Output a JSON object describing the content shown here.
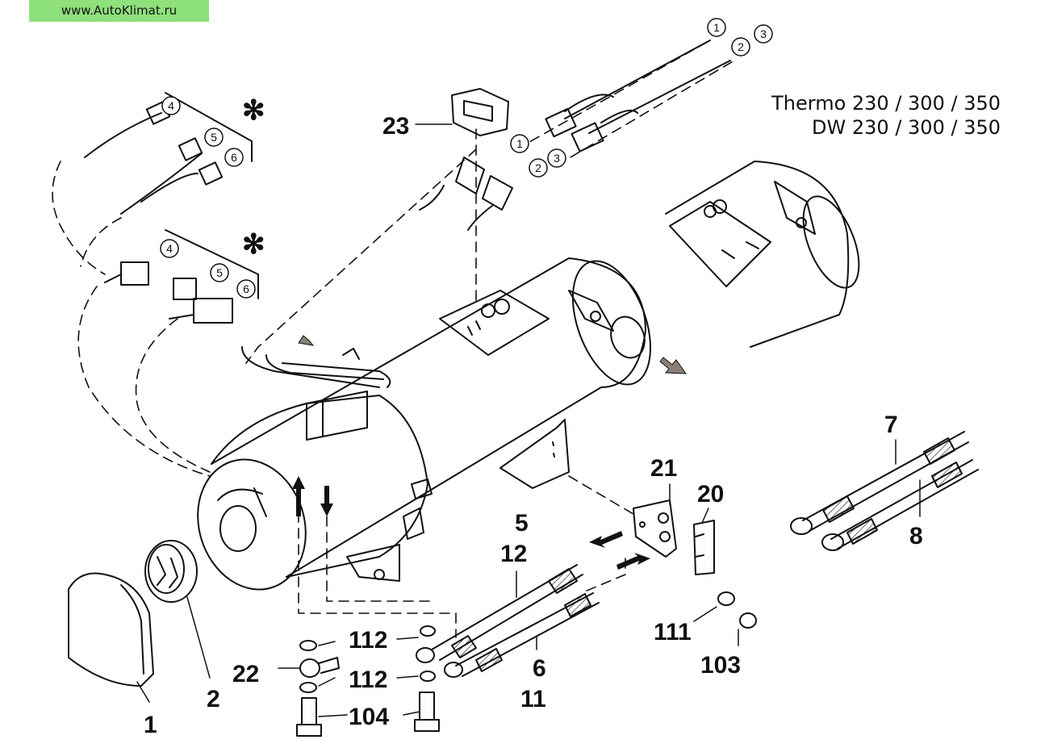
{
  "watermark": "www.AutoKlimat.ru",
  "models": [
    "Thermo 230 / 300 / 350",
    "DW 230 / 300 / 350"
  ],
  "asterisk": "✻",
  "circled": {
    "c1": "1",
    "c2": "2",
    "c3": "3",
    "c4": "4",
    "c5": "5",
    "c6": "6"
  },
  "parts": {
    "p1": "1",
    "p2": "2",
    "p5": "5",
    "p6": "6",
    "p7": "7",
    "p8": "8",
    "p11": "11",
    "p12": "12",
    "p20": "20",
    "p21": "21",
    "p22": "22",
    "p23": "23",
    "p103": "103",
    "p104": "104",
    "p111": "111",
    "p112a": "112",
    "p112b": "112"
  }
}
